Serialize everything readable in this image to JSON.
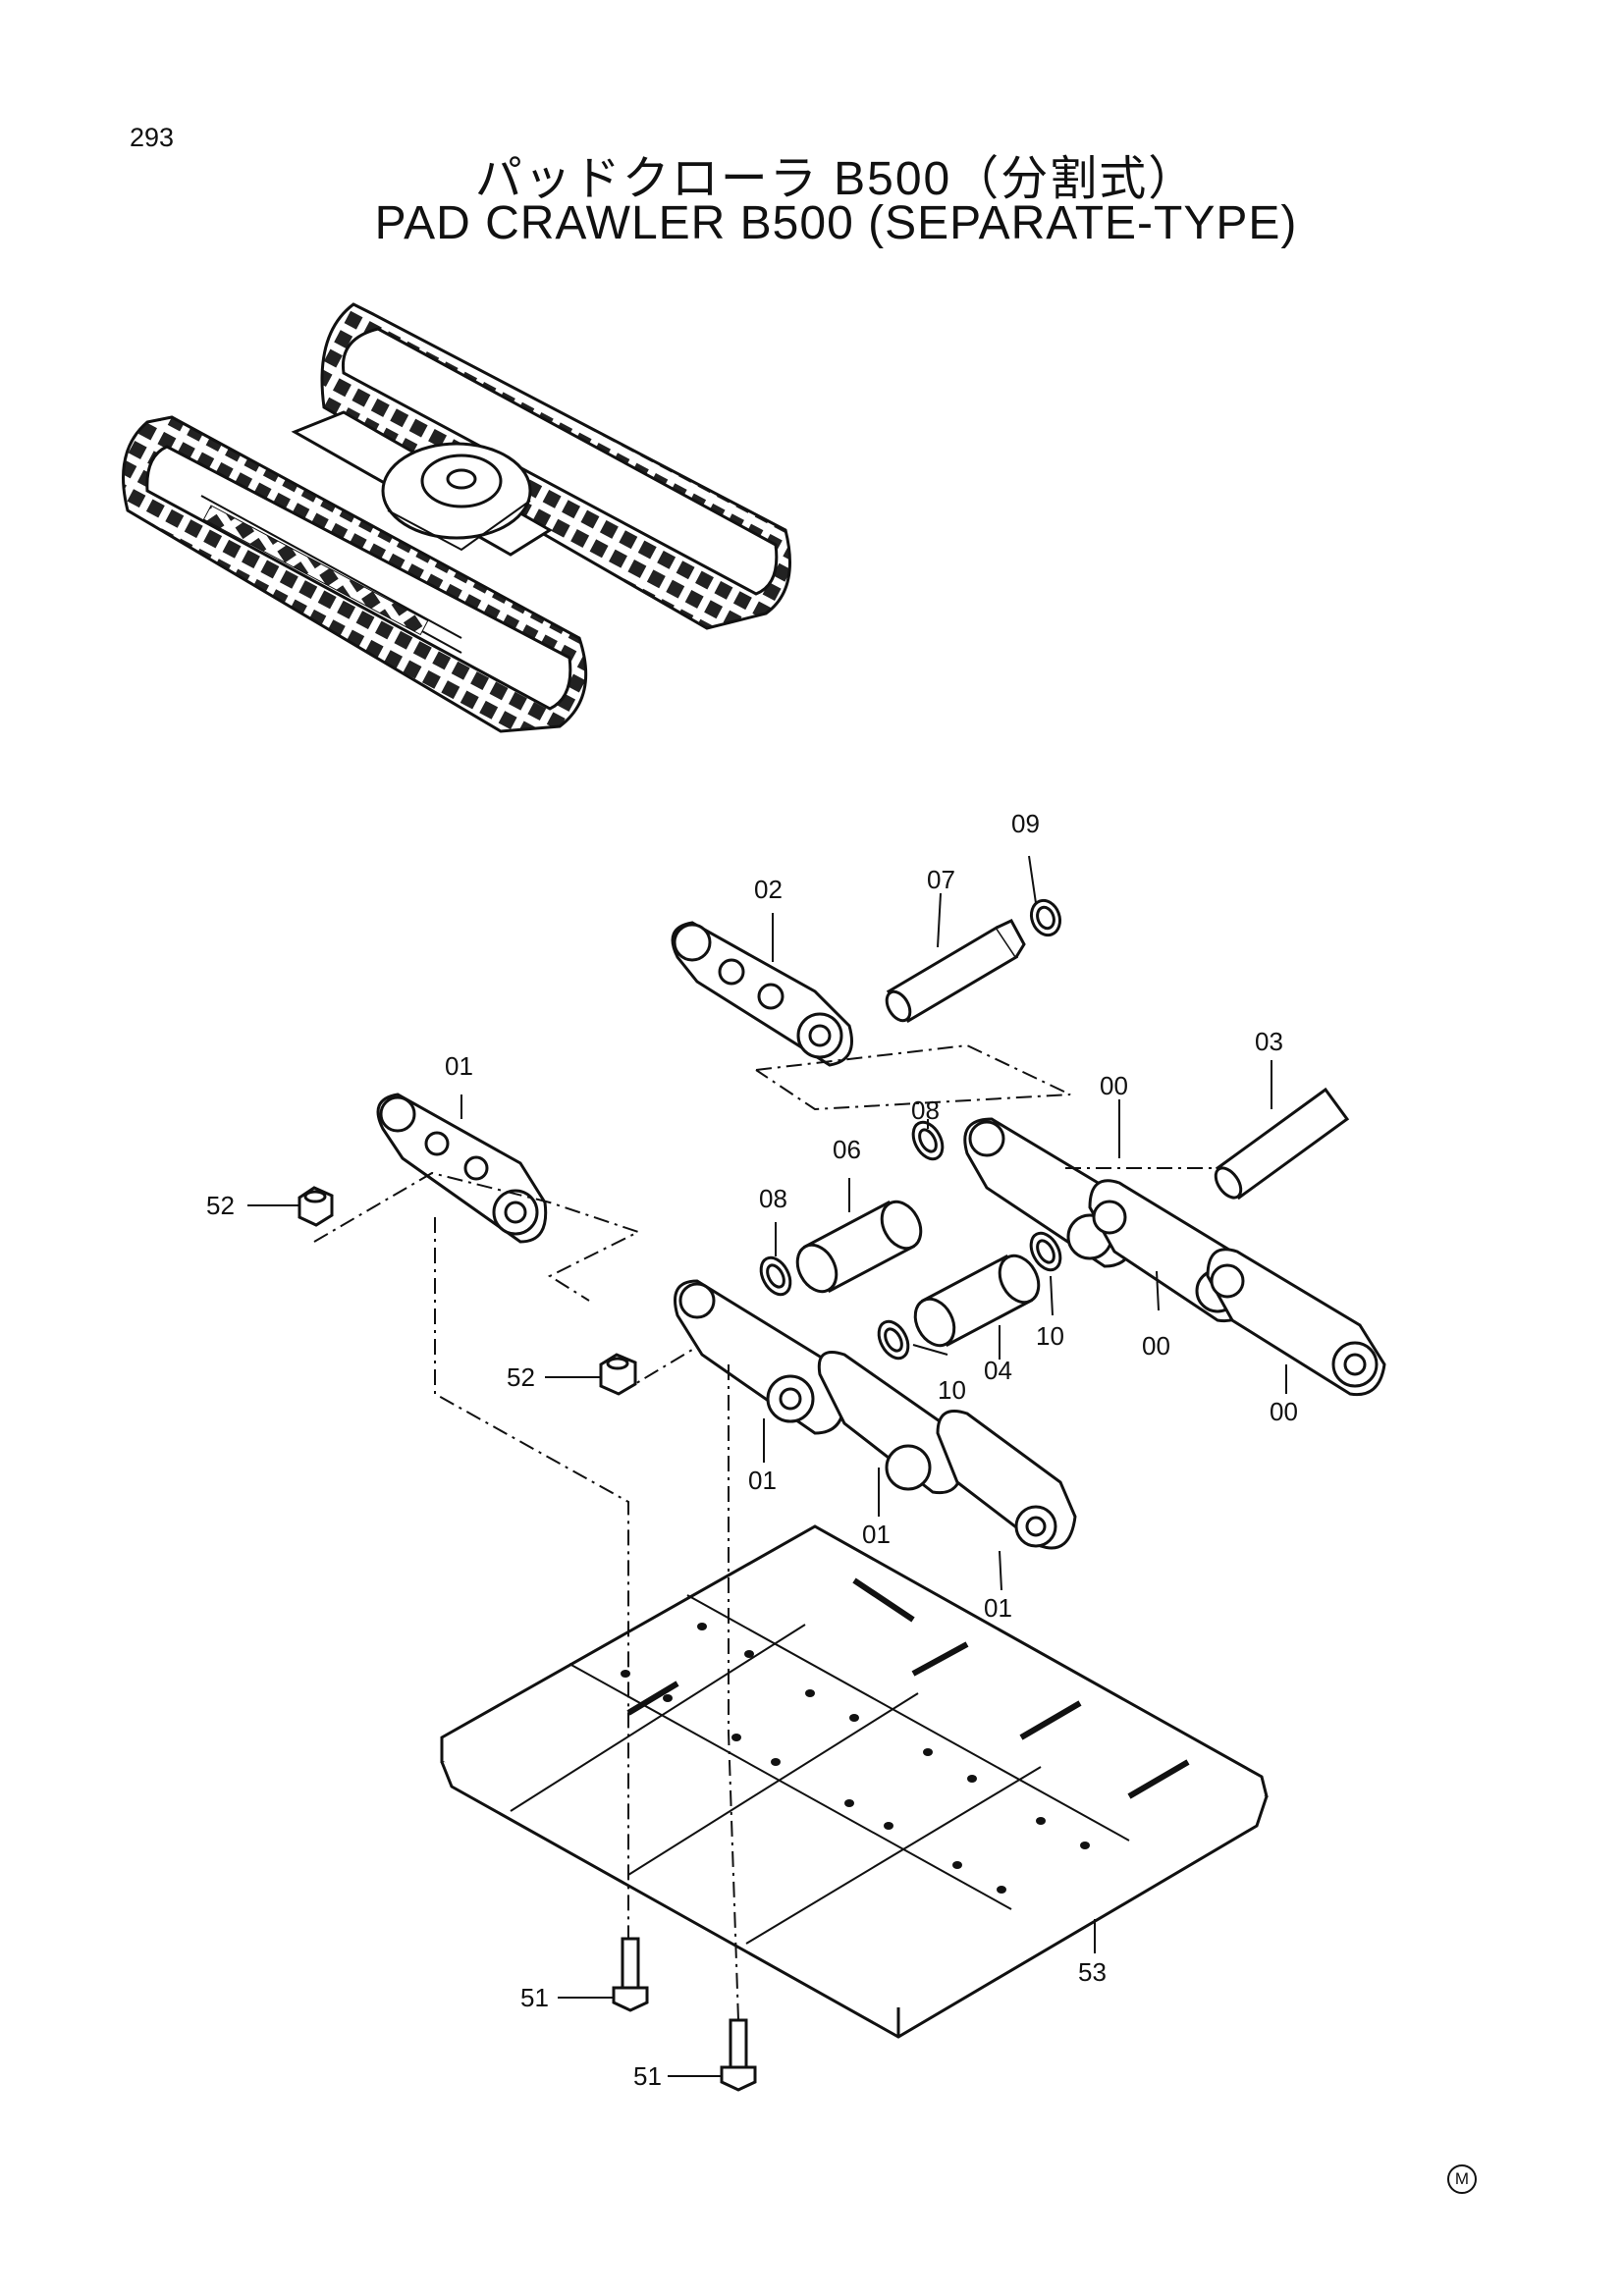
{
  "page_number": "293",
  "title_japanese": "パッドクローラ B500（分割式）",
  "title_english": "PAD CRAWLER B500 (SEPARATE-TYPE)",
  "corner_mark": "M",
  "callouts": [
    {
      "id": "c09",
      "text": "09"
    },
    {
      "id": "c02",
      "text": "02"
    },
    {
      "id": "c07",
      "text": "07"
    },
    {
      "id": "c03",
      "text": "03"
    },
    {
      "id": "c01a",
      "text": "01"
    },
    {
      "id": "c00a",
      "text": "00"
    },
    {
      "id": "c08a",
      "text": "08"
    },
    {
      "id": "c06",
      "text": "06"
    },
    {
      "id": "c08b",
      "text": "08"
    },
    {
      "id": "c52a",
      "text": "52"
    },
    {
      "id": "c52b",
      "text": "52"
    },
    {
      "id": "c10a",
      "text": "10"
    },
    {
      "id": "c10b",
      "text": "10"
    },
    {
      "id": "c04",
      "text": "04"
    },
    {
      "id": "c00b",
      "text": "00"
    },
    {
      "id": "c00c",
      "text": "00"
    },
    {
      "id": "c01b",
      "text": "01"
    },
    {
      "id": "c01c",
      "text": "01"
    },
    {
      "id": "c01d",
      "text": "01"
    },
    {
      "id": "c53",
      "text": "53"
    },
    {
      "id": "c51a",
      "text": "51"
    },
    {
      "id": "c51b",
      "text": "51"
    }
  ]
}
